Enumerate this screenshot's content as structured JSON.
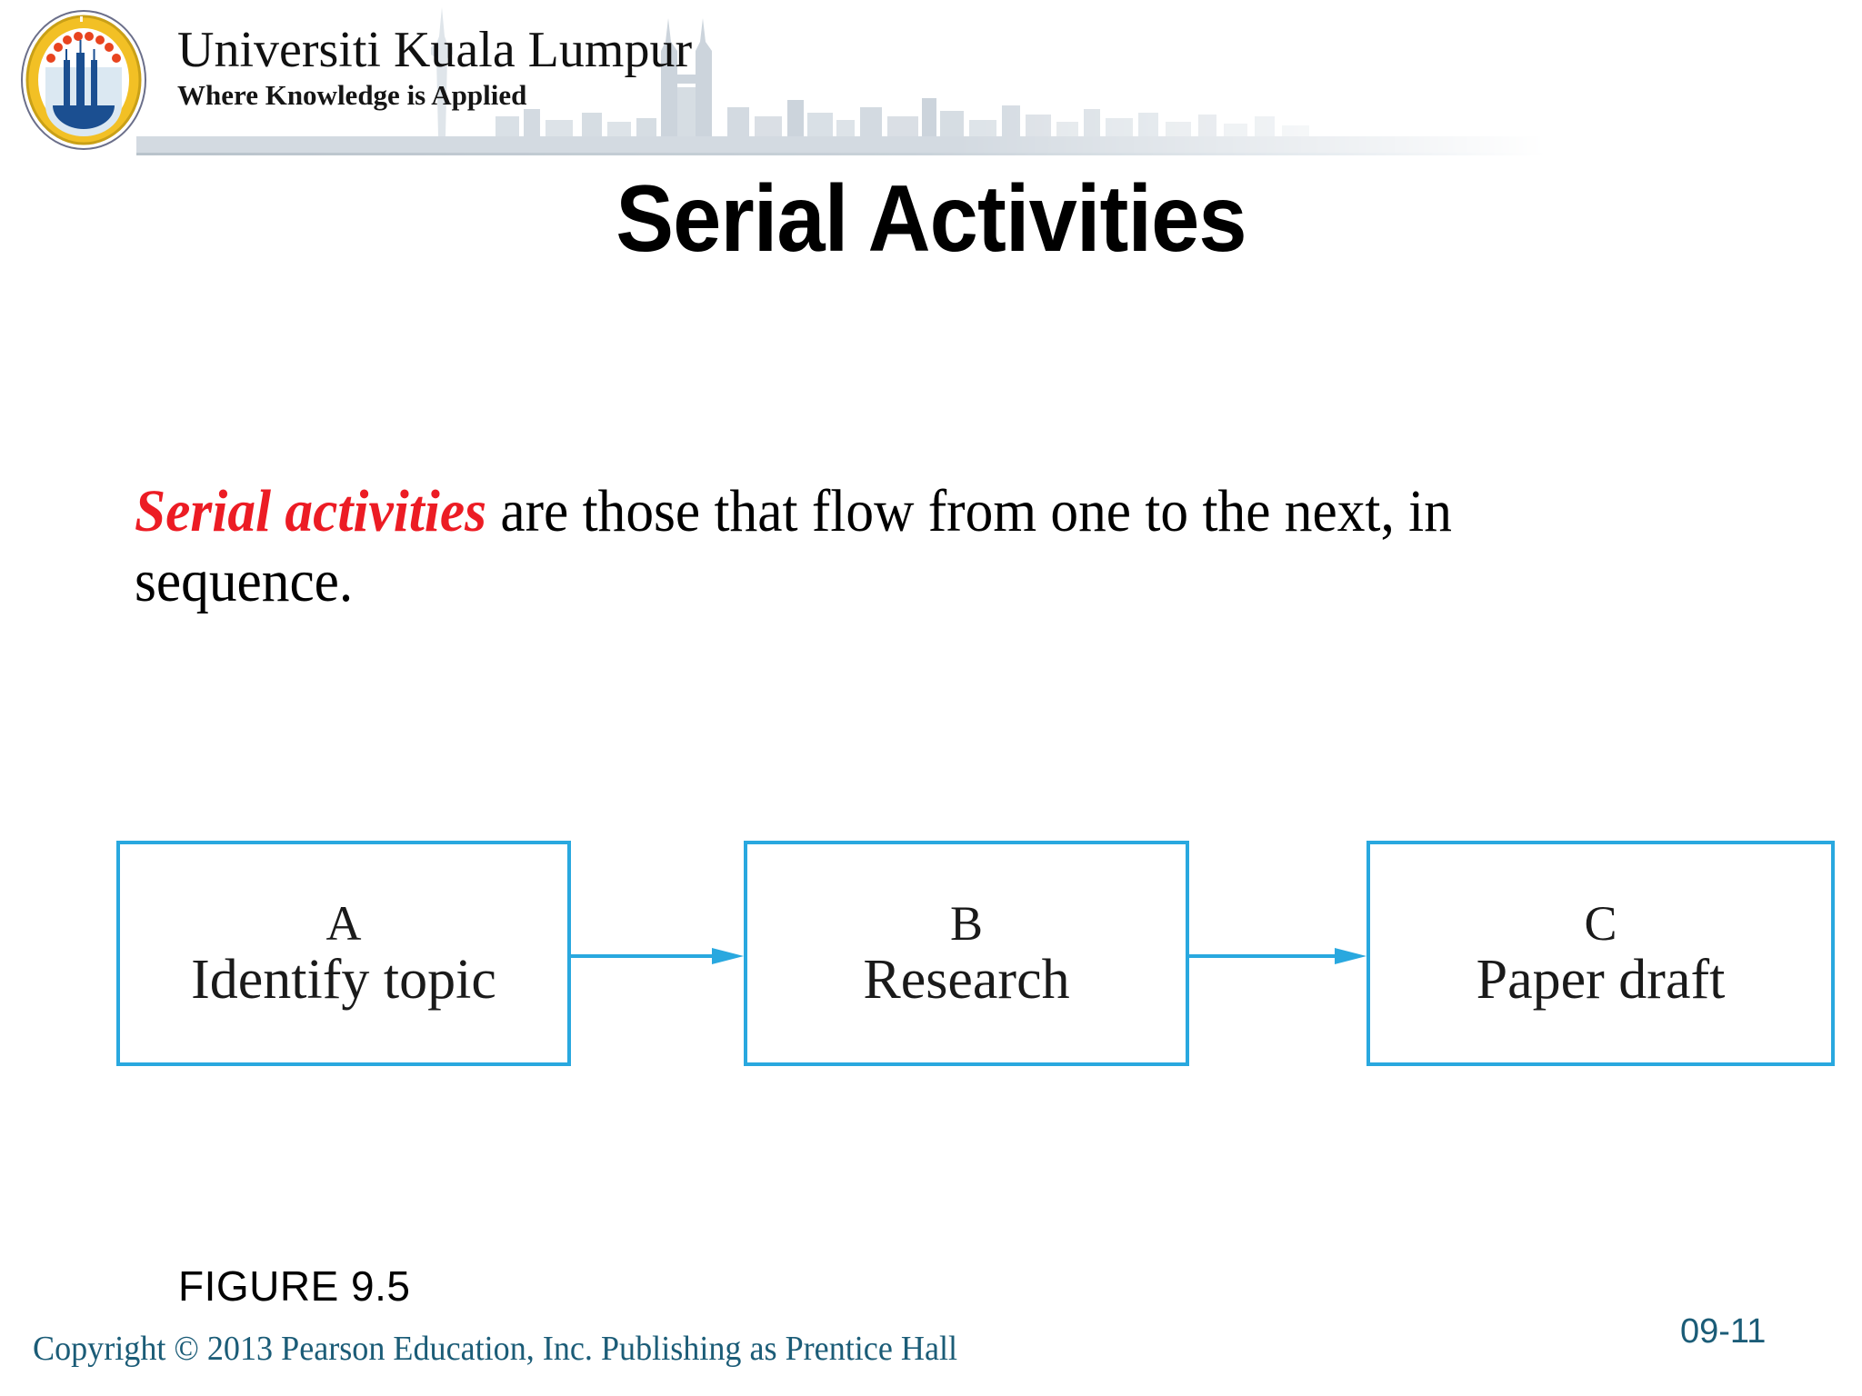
{
  "header": {
    "institution_name": "Universiti Kuala Lumpur",
    "tagline": "Where Knowledge is Applied",
    "logo_icon": "unikl-crest-icon",
    "skyline_icon": "kuala-lumpur-skyline-icon"
  },
  "slide": {
    "title": "Serial Activities"
  },
  "body": {
    "term": "Serial activities",
    "rest": " are those that flow from one to the next, in sequence.",
    "term_color": "#ec1c24"
  },
  "diagram": {
    "accent_color": "#29a8df",
    "boxes": [
      {
        "letter": "A",
        "label": "Identify topic"
      },
      {
        "letter": "B",
        "label": "Research"
      },
      {
        "letter": "C",
        "label": "Paper draft"
      }
    ],
    "arrows": [
      {
        "from": "A",
        "to": "B",
        "icon": "arrow-right-icon"
      },
      {
        "from": "B",
        "to": "C",
        "icon": "arrow-right-icon"
      }
    ]
  },
  "figure": {
    "caption": "FIGURE 9.5"
  },
  "footer": {
    "copyright": "Copyright © 2013 Pearson Education, Inc. Publishing as Prentice Hall",
    "page_number": "09-11",
    "text_color": "#1b5c77"
  }
}
